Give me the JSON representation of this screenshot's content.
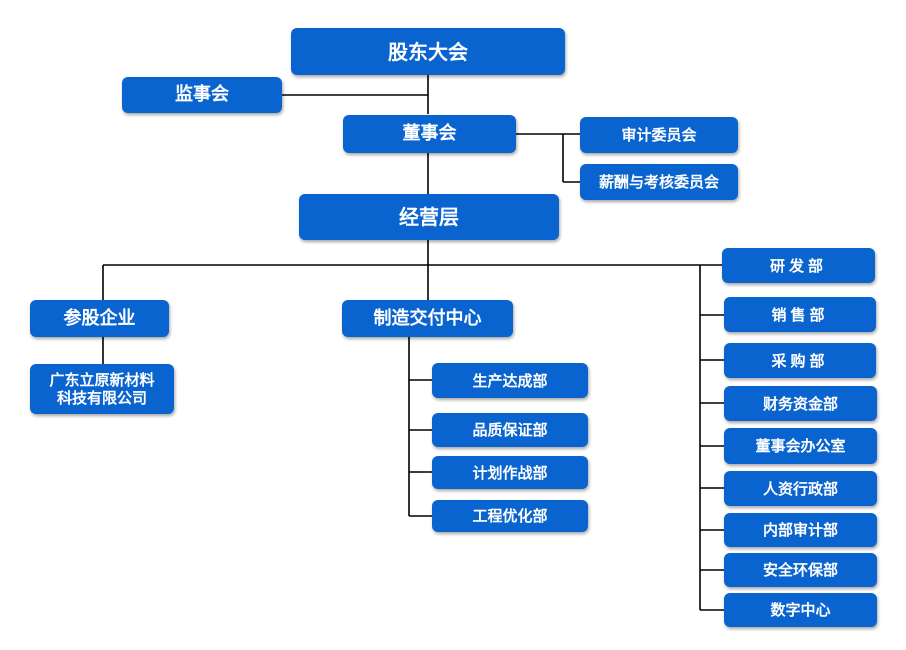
{
  "org": {
    "shareholders": "股东大会",
    "supervisors": "监事会",
    "board": "董事会",
    "audit_committee": "审计委员会",
    "comp_committee": "薪酬与考核委员会",
    "management": "经营层",
    "affiliates": "参股企业",
    "affiliate_company": "广东立原新材料\n科技有限公司",
    "manufacturing_center": "制造交付中心",
    "mfg_departments": [
      "生产达成部",
      "品质保证部",
      "计划作战部",
      "工程优化部"
    ],
    "departments": [
      "研发部",
      "销售部",
      "采购部",
      "财务资金部",
      "董事会办公室",
      "人资行政部",
      "内部审计部",
      "安全环保部",
      "数字中心"
    ]
  },
  "colors": {
    "box": "#0a64cf",
    "text": "#ffffff",
    "line": "#000000"
  }
}
